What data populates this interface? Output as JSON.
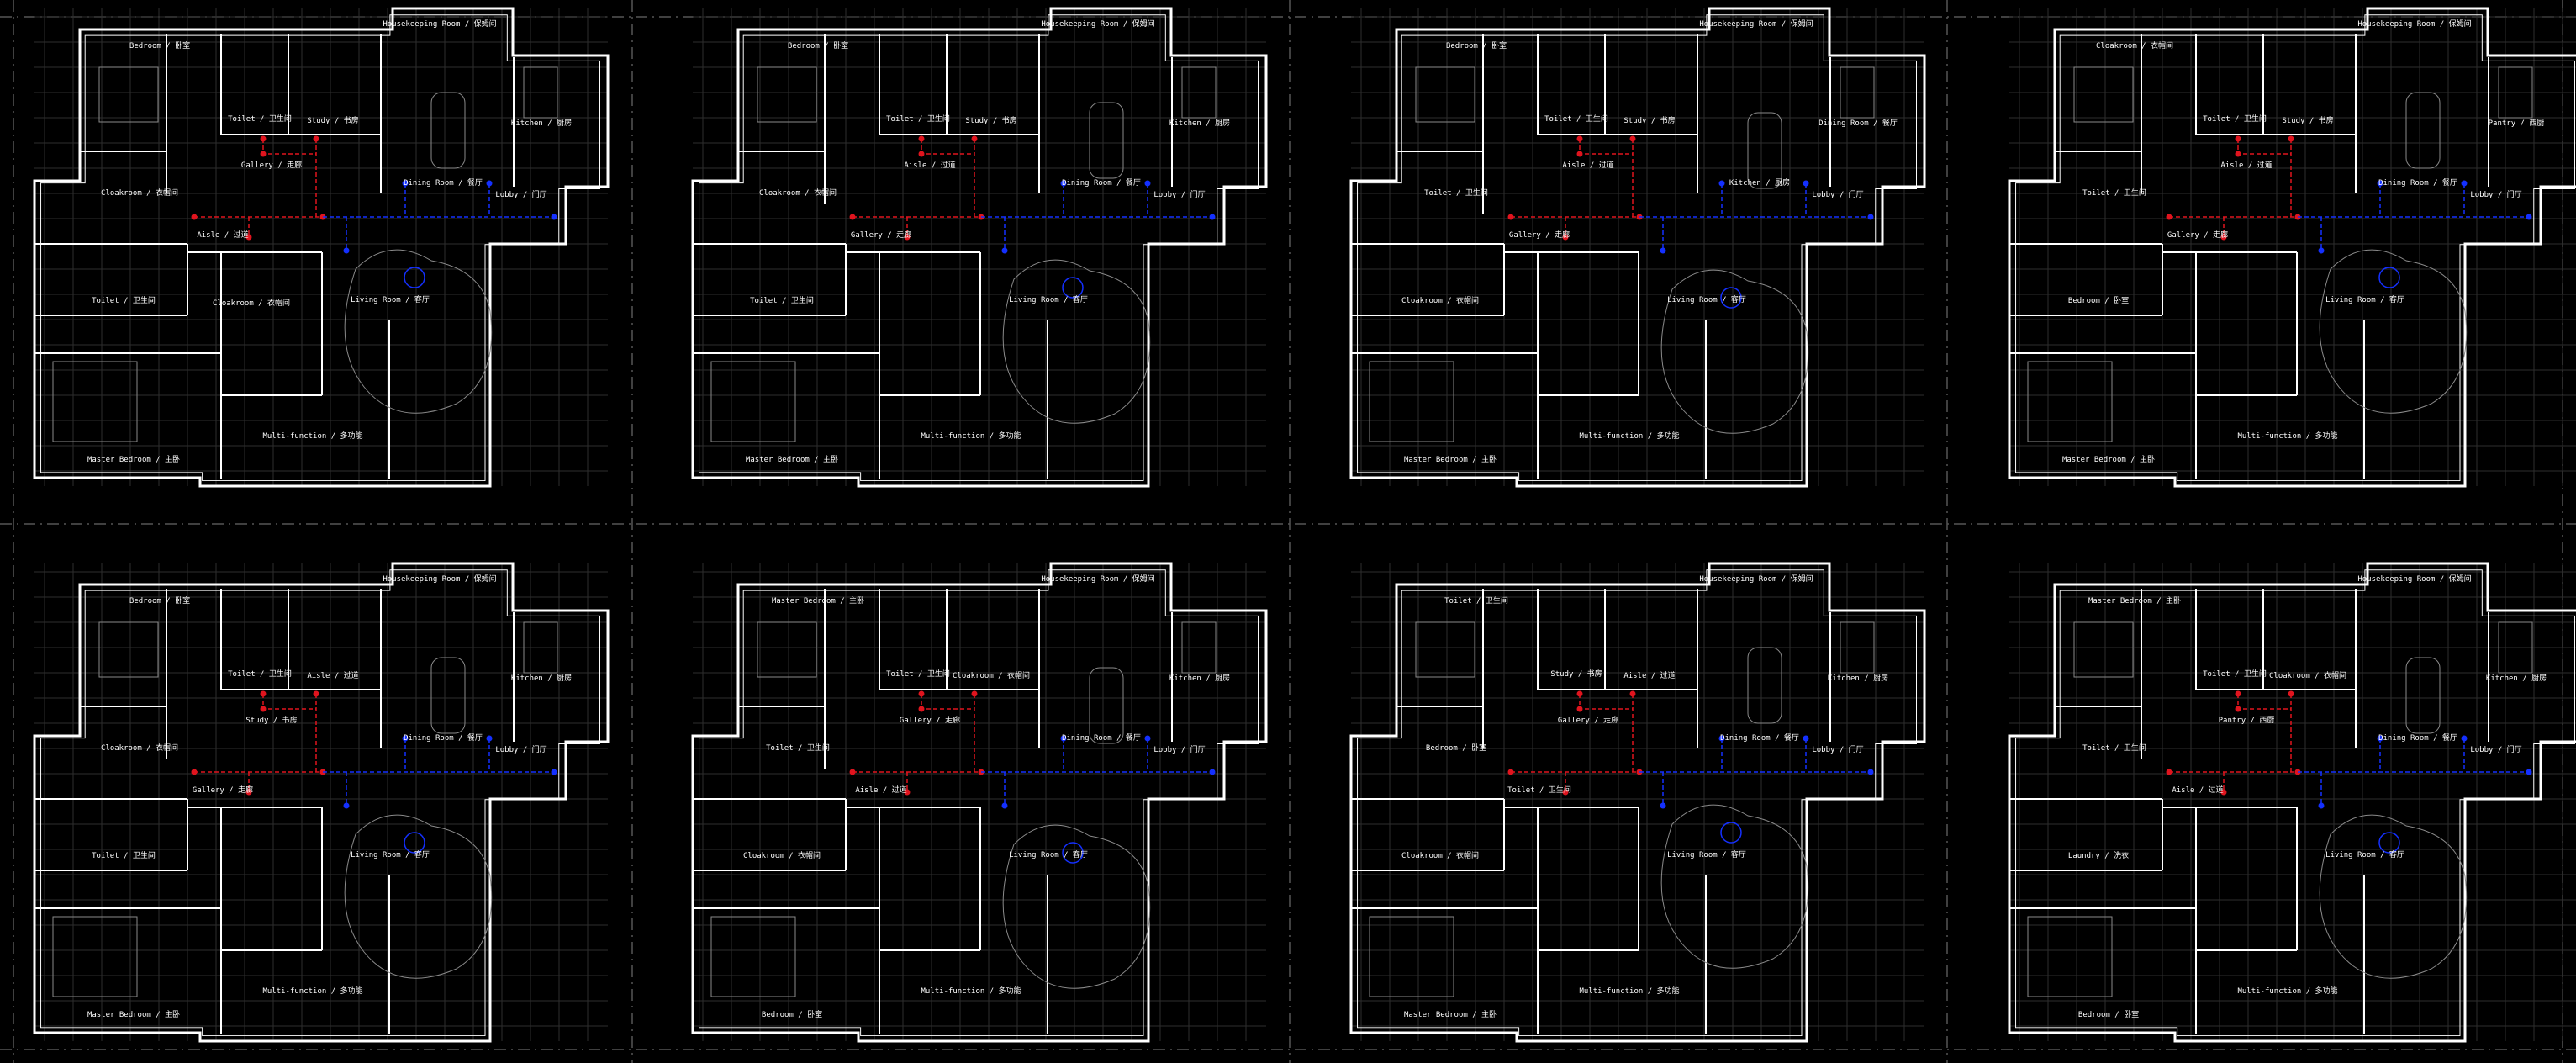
{
  "colors": {
    "background": "#000000",
    "wall": "#ffffff",
    "furniture": "#8a8a8a",
    "grid": "#2e2e2e",
    "sep": "#555555",
    "red": "#e0141e",
    "blue": "#1430ff"
  },
  "panels": [
    {
      "rooms": [
        "Bedroom / 卧室",
        "Toilet / 卫生间",
        "Study / 书房",
        "Housekeeping Room / 保姆间",
        "Kitchen / 厨房",
        "Dining Room / 餐厅",
        "Lobby / 门厅",
        "Gallery / 走廊",
        "Cloakroom / 衣帽间",
        "Aisle / 过道",
        "Toilet / 卫生间",
        "Living Room / 客厅",
        "Multi-function / 多功能",
        "Master Bedroom / 主卧",
        "Cloakroom / 衣帽间"
      ]
    },
    {
      "rooms": [
        "Bedroom / 卧室",
        "Toilet / 卫生间",
        "Study / 书房",
        "Housekeeping Room / 保姆间",
        "Kitchen / 厨房",
        "Dining Room / 餐厅",
        "Lobby / 门厅",
        "Aisle / 过道",
        "Cloakroom / 衣帽间",
        "Gallery / 走廊",
        "Toilet / 卫生间",
        "Living Room / 客厅",
        "Multi-function / 多功能",
        "Master Bedroom / 主卧"
      ]
    },
    {
      "rooms": [
        "Bedroom / 卧室",
        "Toilet / 卫生间",
        "Study / 书房",
        "Housekeeping Room / 保姆间",
        "Dining Room / 餐厅",
        "Kitchen / 厨房",
        "Lobby / 门厅",
        "Aisle / 过道",
        "Toilet / 卫生间",
        "Gallery / 走廊",
        "Cloakroom / 衣帽间",
        "Living Room / 客厅",
        "Multi-function / 多功能",
        "Master Bedroom / 主卧"
      ]
    },
    {
      "rooms": [
        "Cloakroom / 衣帽间",
        "Toilet / 卫生间",
        "Study / 书房",
        "Housekeeping Room / 保姆间",
        "Pantry / 西厨",
        "Dining Room / 餐厅",
        "Lobby / 门厅",
        "Aisle / 过道",
        "Toilet / 卫生间",
        "Gallery / 走廊",
        "Bedroom / 卧室",
        "Living Room / 客厅",
        "Multi-function / 多功能",
        "Master Bedroom / 主卧"
      ]
    },
    {
      "rooms": [
        "Bedroom / 卧室",
        "Toilet / 卫生间",
        "Aisle / 过道",
        "Housekeeping Room / 保姆间",
        "Kitchen / 厨房",
        "Dining Room / 餐厅",
        "Lobby / 门厅",
        "Study / 书房",
        "Cloakroom / 衣帽间",
        "Gallery / 走廊",
        "Toilet / 卫生间",
        "Living Room / 客厅",
        "Multi-function / 多功能",
        "Master Bedroom / 主卧"
      ]
    },
    {
      "rooms": [
        "Master Bedroom / 主卧",
        "Toilet / 卫生间",
        "Cloakroom / 衣帽间",
        "Housekeeping Room / 保姆间",
        "Kitchen / 厨房",
        "Dining Room / 餐厅",
        "Lobby / 门厅",
        "Gallery / 走廊",
        "Toilet / 卫生间",
        "Aisle / 过道",
        "Cloakroom / 衣帽间",
        "Living Room / 客厅",
        "Multi-function / 多功能",
        "Bedroom / 卧室"
      ]
    },
    {
      "rooms": [
        "Toilet / 卫生间",
        "Study / 书房",
        "Aisle / 过道",
        "Housekeeping Room / 保姆间",
        "Kitchen / 厨房",
        "Dining Room / 餐厅",
        "Lobby / 门厅",
        "Gallery / 走廊",
        "Bedroom / 卧室",
        "Toilet / 卫生间",
        "Cloakroom / 衣帽间",
        "Living Room / 客厅",
        "Multi-function / 多功能",
        "Master Bedroom / 主卧"
      ]
    },
    {
      "rooms": [
        "Master Bedroom / 主卧",
        "Toilet / 卫生间",
        "Cloakroom / 衣帽间",
        "Housekeeping Room / 保姆间",
        "Kitchen / 厨房",
        "Dining Room / 餐厅",
        "Lobby / 门厅",
        "Pantry / 西厨",
        "Toilet / 卫生间",
        "Aisle / 过道",
        "Laundry / 洗衣",
        "Living Room / 客厅",
        "Multi-function / 多功能",
        "Bedroom / 卧室"
      ]
    }
  ]
}
